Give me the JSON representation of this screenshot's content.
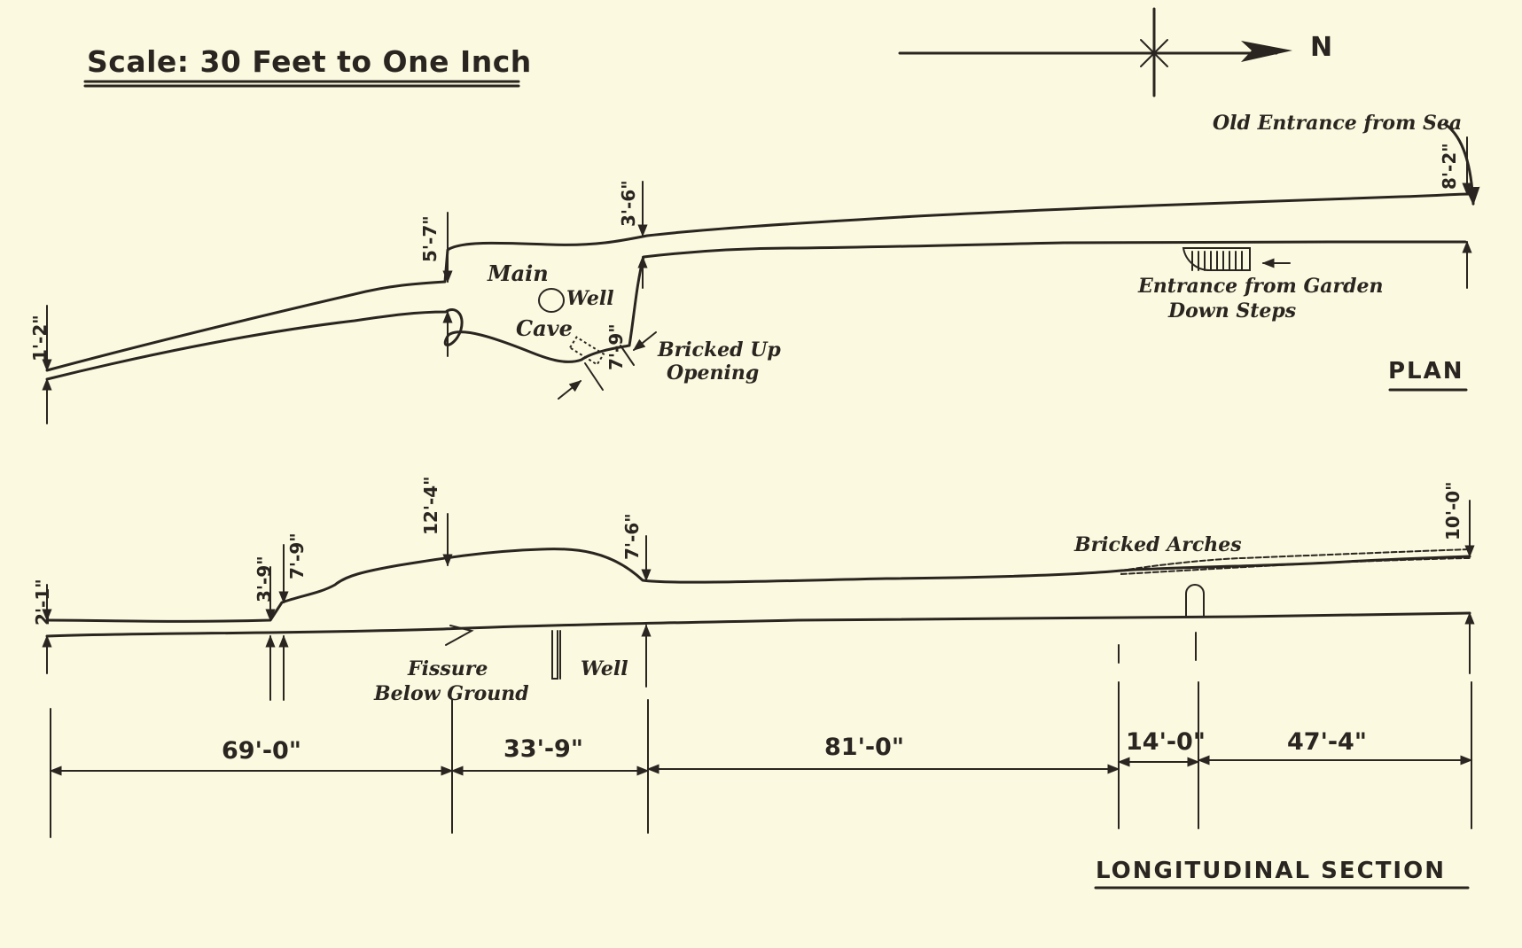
{
  "scale_title": "Scale: 30 Feet to One Inch",
  "north": "N",
  "plan": {
    "title": "PLAN",
    "labels": {
      "old_entrance": "Old Entrance from Sea",
      "entrance_garden_1": "Entrance from Garden",
      "entrance_garden_2": "Down Steps",
      "main": "Main",
      "cave": "Cave",
      "well": "Well",
      "bricked_1": "Bricked Up",
      "bricked_2": "Opening"
    },
    "widths": [
      "1'-2\"",
      "5'-7\"",
      "3'-6\"",
      "7'-9\"",
      "8'-2\""
    ]
  },
  "section": {
    "title": "LONGITUDINAL SECTION",
    "labels": {
      "bricked_arches": "Bricked Arches",
      "fissure_1": "Fissure",
      "fissure_2": "Below Ground",
      "well": "Well"
    },
    "heights": [
      "2'-1\"",
      "3'-9\"",
      "7'-9\"",
      "12'-4\"",
      "7'-6\"",
      "10'-0\""
    ],
    "lengths": [
      "69'-0\"",
      "33'-9\"",
      "81'-0\"",
      "14'-0\"",
      "47'-4\""
    ]
  }
}
